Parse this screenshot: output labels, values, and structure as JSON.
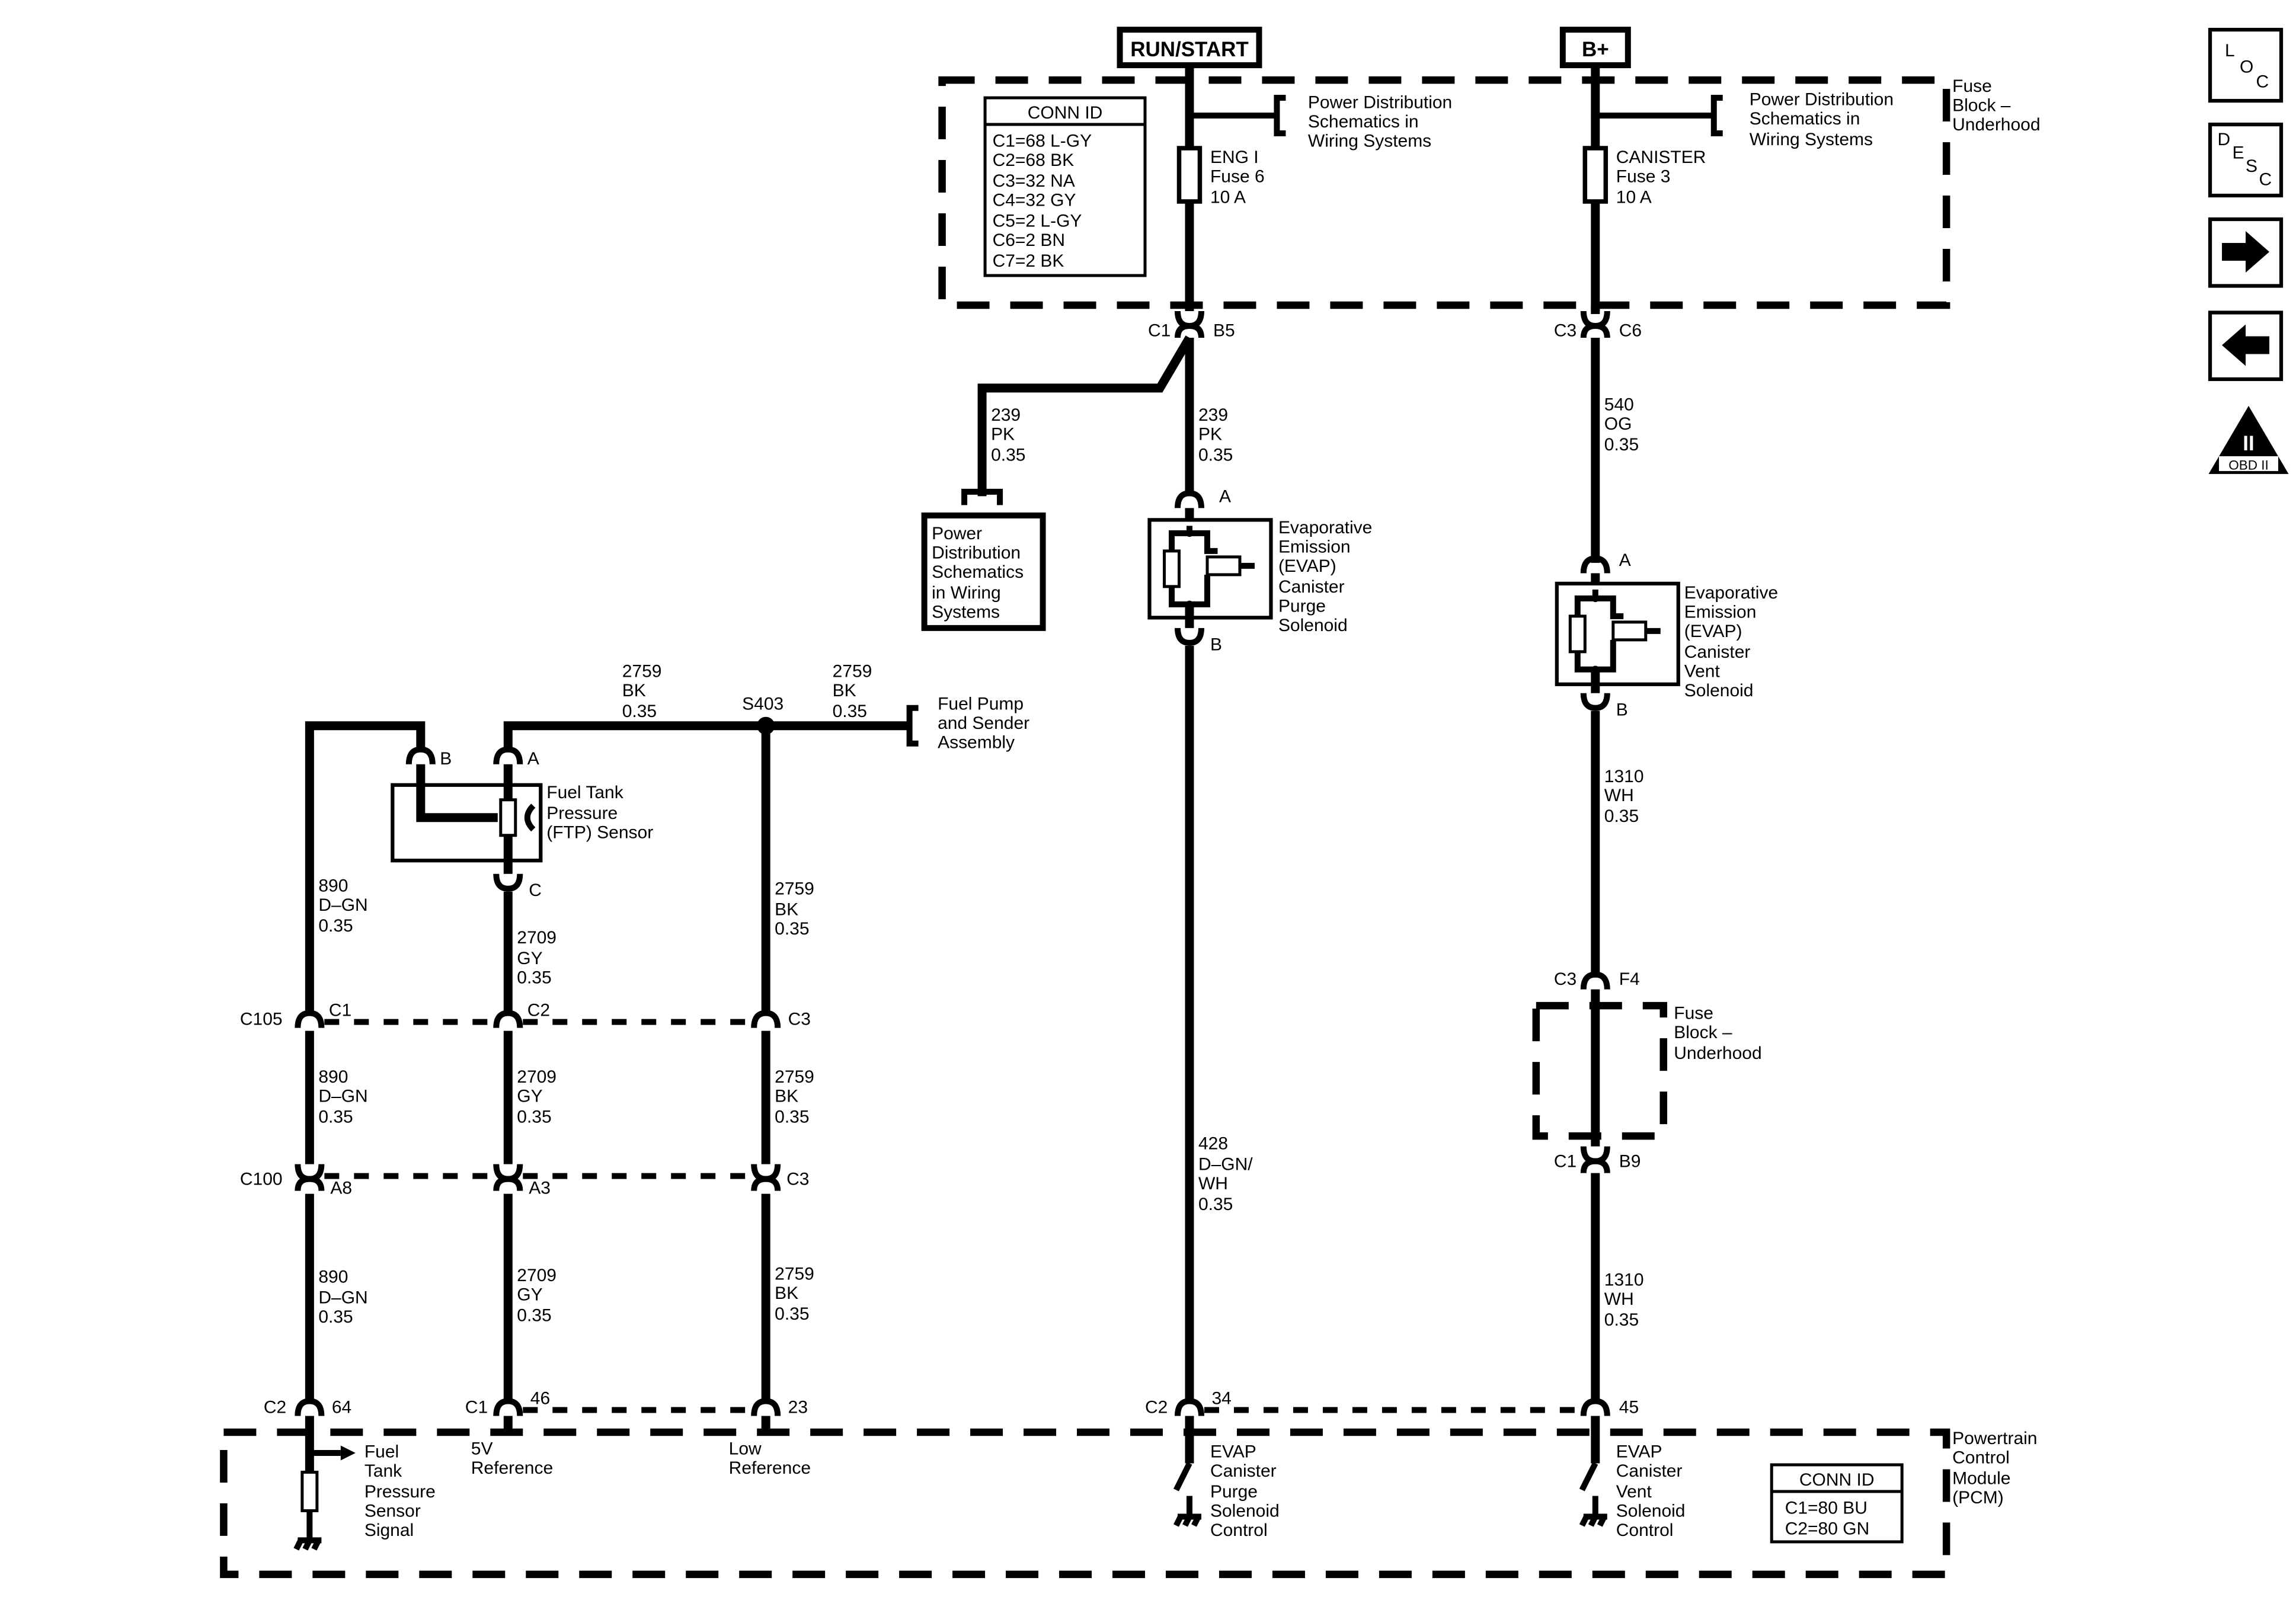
{
  "supplies": {
    "run_start": "RUN/START",
    "b_plus": "B+"
  },
  "fuse_block_top": {
    "l1": "Fuse",
    "l2": "Block –",
    "l3": "Underhood"
  },
  "power_ref": {
    "l1": "Power Distribution",
    "l2": "Schematics in",
    "l3": "Wiring Systems"
  },
  "conn_top": {
    "title": "CONN ID",
    "rows": [
      "C1=68 L-GY",
      "C2=68 BK",
      "C3=32 NA",
      "C4=32 GY",
      "C5=2 L-GY",
      "C6=2 BN",
      "C7=2 BK"
    ]
  },
  "fuse_eng": {
    "l1": "ENG I",
    "l2": "Fuse 6",
    "l3": "10 A"
  },
  "fuse_can": {
    "l1": "CANISTER",
    "l2": "Fuse 3",
    "l3": "10 A"
  },
  "conn_labels": {
    "c1": "C1",
    "c2": "C2",
    "c3": "C3",
    "c105": "C105",
    "c100": "C100",
    "b5": "B5",
    "c6": "C6",
    "f4": "F4",
    "b9": "B9",
    "a8": "A8",
    "a3": "A3",
    "p64": "64",
    "p46": "46",
    "p23": "23",
    "p34": "34",
    "p45": "45"
  },
  "wire_239": {
    "n": "239",
    "c": "PK",
    "s": "0.35"
  },
  "wire_540": {
    "n": "540",
    "c": "OG",
    "s": "0.35"
  },
  "wire_1310": {
    "n": "1310",
    "c": "WH",
    "s": "0.35"
  },
  "wire_2759": {
    "n": "2759",
    "c": "BK",
    "s": "0.35"
  },
  "wire_890": {
    "n": "890",
    "c": "D–GN",
    "s": "0.35"
  },
  "wire_2709": {
    "n": "2709",
    "c": "GY",
    "s": "0.35"
  },
  "wire_428": {
    "n": "428",
    "c1": "D–GN/",
    "c2": "WH",
    "s": "0.35"
  },
  "pins": {
    "a": "A",
    "b": "B",
    "c": "C"
  },
  "power_box": {
    "l1": "Power",
    "l2": "Distribution",
    "l3": "Schematics",
    "l4": "in Wiring",
    "l5": "Systems"
  },
  "purge_sol": {
    "l1": "Evaporative",
    "l2": "Emission",
    "l3": "(EVAP)",
    "l4": "Canister",
    "l5": "Purge",
    "l6": "Solenoid"
  },
  "vent_sol": {
    "l1": "Evaporative",
    "l2": "Emission",
    "l3": "(EVAP)",
    "l4": "Canister",
    "l5": "Vent",
    "l6": "Solenoid"
  },
  "splice": "S403",
  "fuel_pump": {
    "l1": "Fuel Pump",
    "l2": "and Sender",
    "l3": "Assembly"
  },
  "ftp": {
    "l1": "Fuel Tank",
    "l2": "Pressure",
    "l3": "(FTP) Sensor"
  },
  "fuse_block_mid": {
    "l1": "Fuse",
    "l2": "Block –",
    "l3": "Underhood"
  },
  "pcm": {
    "l1": "Powertrain",
    "l2": "Control",
    "l3": "Module",
    "l4": "(PCM)",
    "conn_title": "CONN ID",
    "conn_rows": [
      "C1=80 BU",
      "C2=80 GN"
    ],
    "signal": {
      "l1": "Fuel",
      "l2": "Tank",
      "l3": "Pressure",
      "l4": "Sensor",
      "l5": "Signal"
    },
    "ref5v": {
      "l1": "5V",
      "l2": "Reference"
    },
    "lowref": {
      "l1": "Low",
      "l2": "Reference"
    },
    "purge_ctl": {
      "l1": "EVAP",
      "l2": "Canister",
      "l3": "Purge",
      "l4": "Solenoid",
      "l5": "Control"
    },
    "vent_ctl": {
      "l1": "EVAP",
      "l2": "Canister",
      "l3": "Vent",
      "l4": "Solenoid",
      "l5": "Control"
    }
  },
  "nav": {
    "loc": [
      "L",
      "O",
      "C"
    ],
    "desc": [
      "D",
      "E",
      "S",
      "C"
    ],
    "obd": "OBD II",
    "obd_mark": "II"
  }
}
